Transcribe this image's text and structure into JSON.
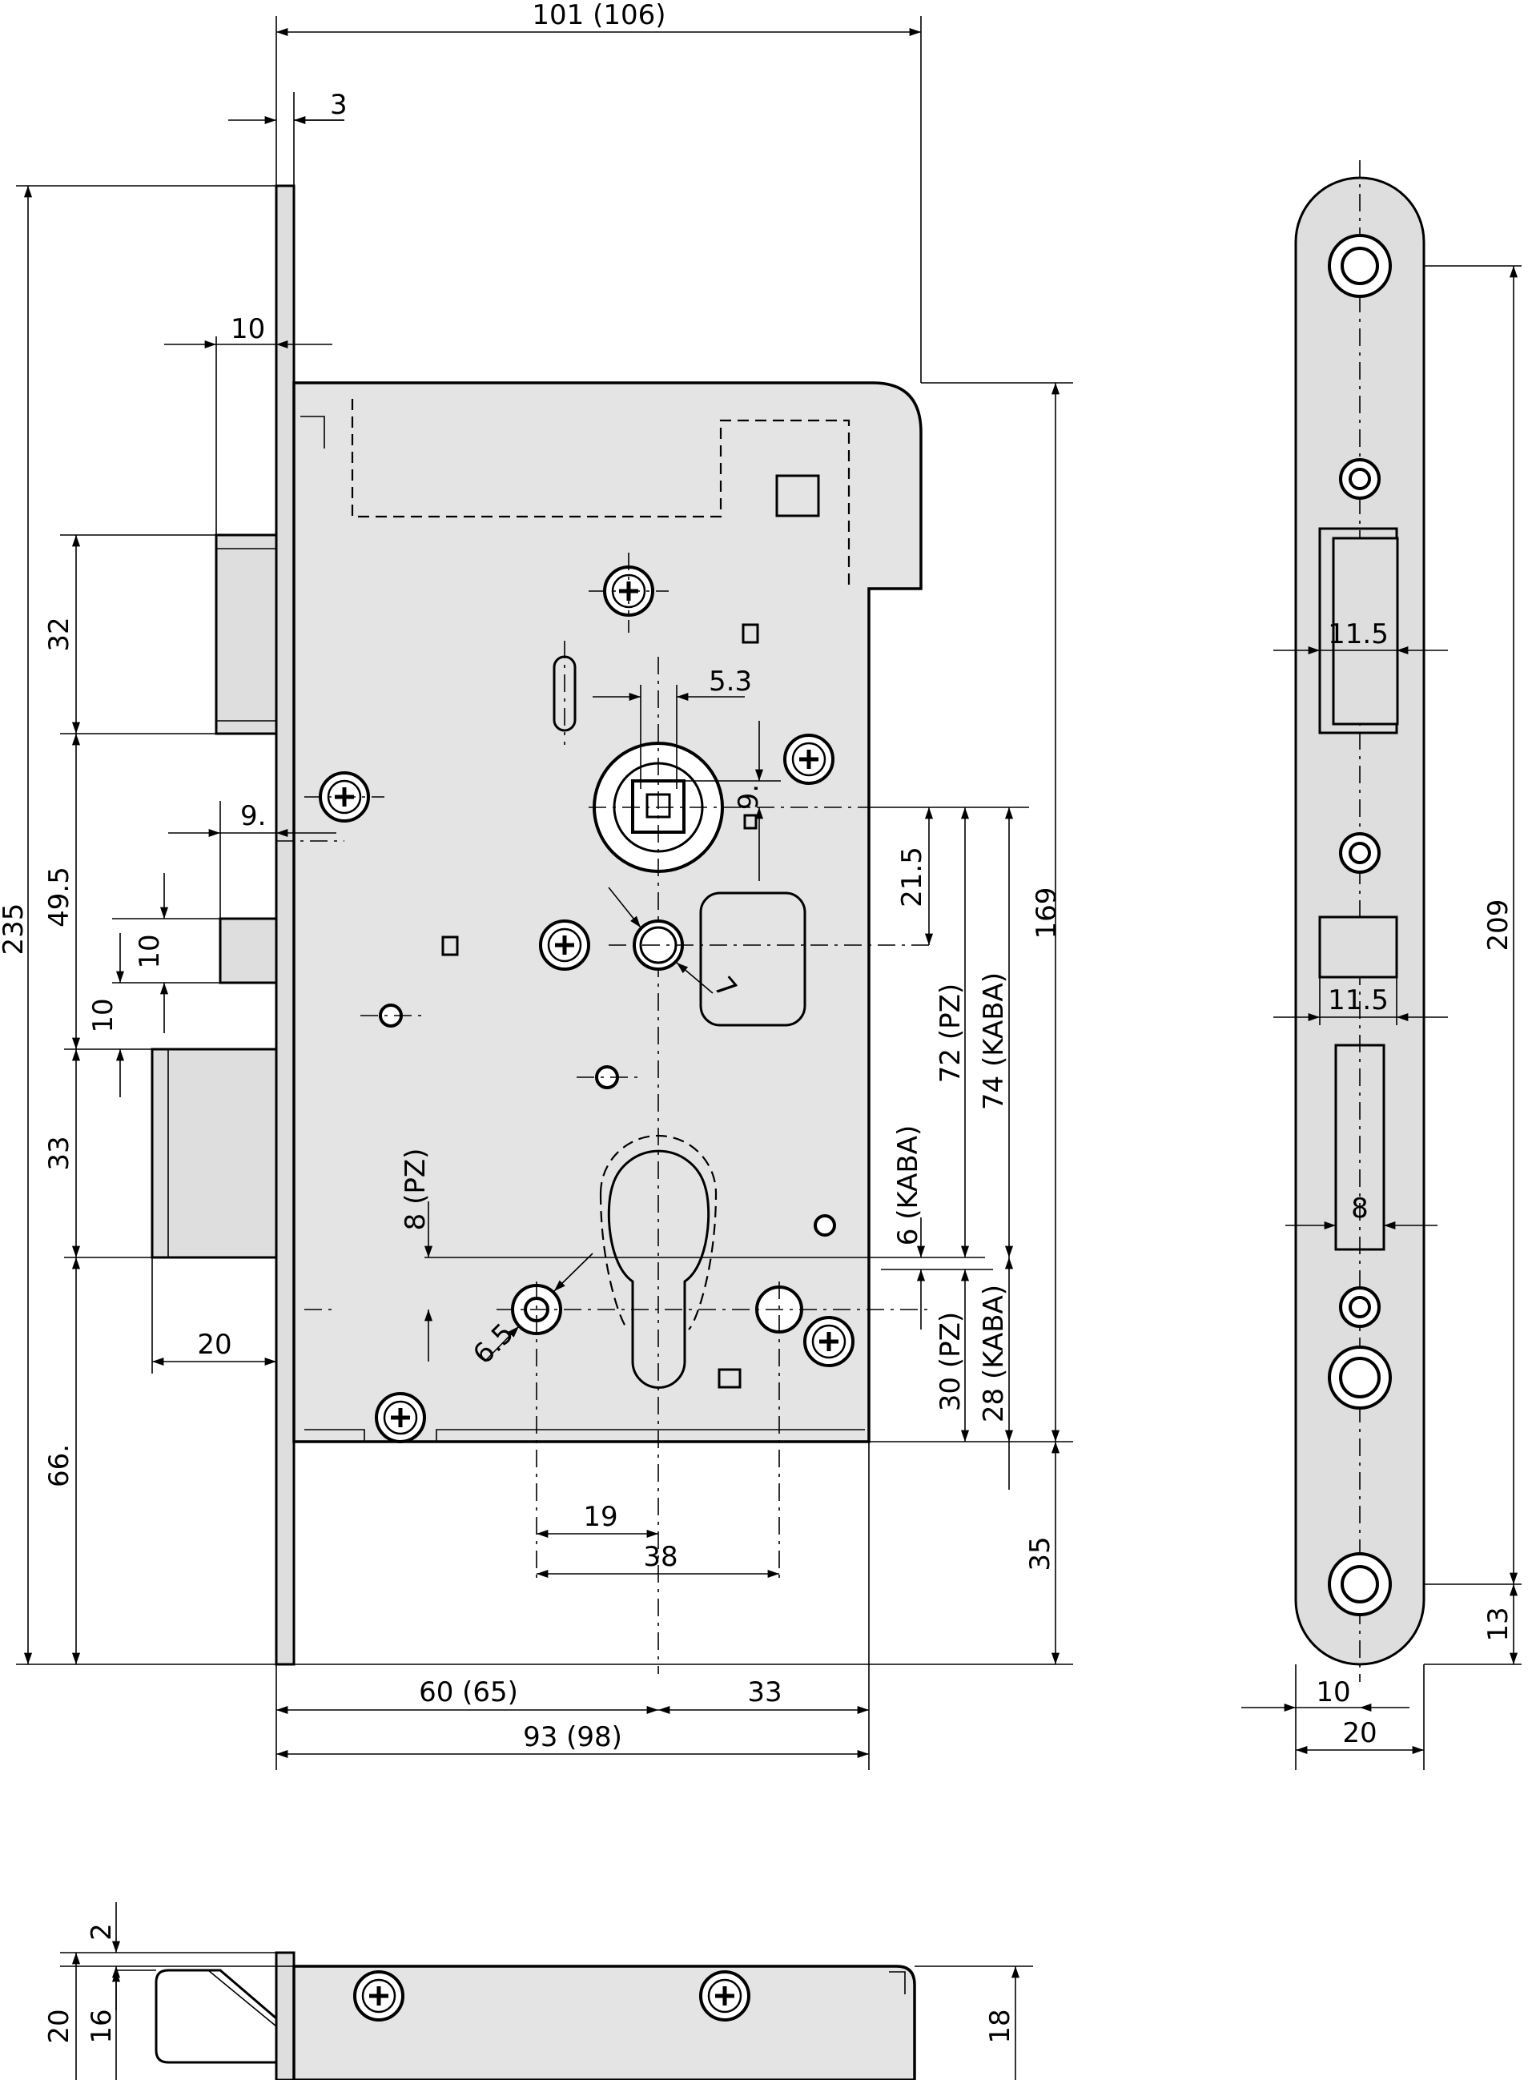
{
  "front_view": {
    "dims": {
      "width_total": "101  (106)",
      "faceplate_thickness": "3",
      "forend_offset": "10",
      "latch_height": "32",
      "latch_gap": "49.5",
      "bolt_step": "9.",
      "deadbolt_offset_a": "10",
      "deadbolt_offset_b": "10",
      "deadbolt_height": "33",
      "bottom_to_deadbolt": "66.",
      "deadbolt_throw": "20",
      "overall_height": "235",
      "spindle_width": "5.3",
      "spindle_offset": "9.",
      "follower_hole": "7",
      "case_height": "169",
      "spindle_to_pin": "21.5",
      "spindle_cyl_pz": "72  (PZ)",
      "spindle_cyl_kaba": "74  (KABA)",
      "cyl_pz_offset": "8  (PZ)",
      "cyl_kaba_offset": "6  (KABA)",
      "screw_hole_dia": "6.5",
      "cyl_bottom_pz": "30  (PZ)",
      "cyl_bottom_kaba": "28  (KABA)",
      "bottom_extension": "35",
      "cyl_to_screw": "19",
      "screw_spacing": "38",
      "backset": "60  (65)",
      "cyl_to_edge": "33",
      "case_depth": "93  (98)"
    }
  },
  "side_view": {
    "dims": {
      "latch_width": "11.5",
      "bolt_width": "11.5",
      "strike_width": "8",
      "screw_spacing": "209",
      "screw_to_end": "13",
      "screw_center": "10",
      "plate_width": "20"
    }
  },
  "bottom_view": {
    "dims": {
      "plate_thickness": "2",
      "plate_width": "20",
      "bolt_width": "16",
      "case_width": "18"
    }
  }
}
